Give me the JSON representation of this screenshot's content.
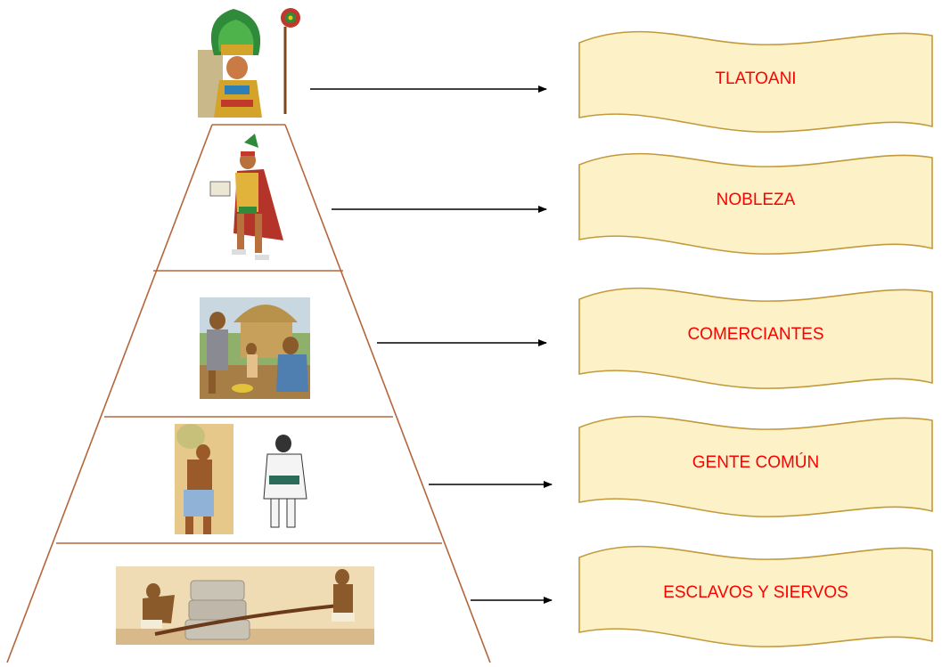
{
  "levels": [
    {
      "label": "TLATOANI",
      "figure": "tlatoani-ruler-figure"
    },
    {
      "label": "NOBLEZA",
      "figure": "noble-figure"
    },
    {
      "label": "COMERCIANTES",
      "figure": "merchants-scene"
    },
    {
      "label": "GENTE COMÚN",
      "figure": "commoners-figures"
    },
    {
      "label": "ESCLAVOS Y SIERVOS",
      "figure": "slaves-pulling-stone-scene"
    }
  ],
  "colors": {
    "pyramid_line": "#b5653a",
    "banner_fill": "#fdf1c8",
    "banner_stroke": "#c29a3a",
    "label_text": "#ff0000",
    "arrow": "#000000"
  }
}
